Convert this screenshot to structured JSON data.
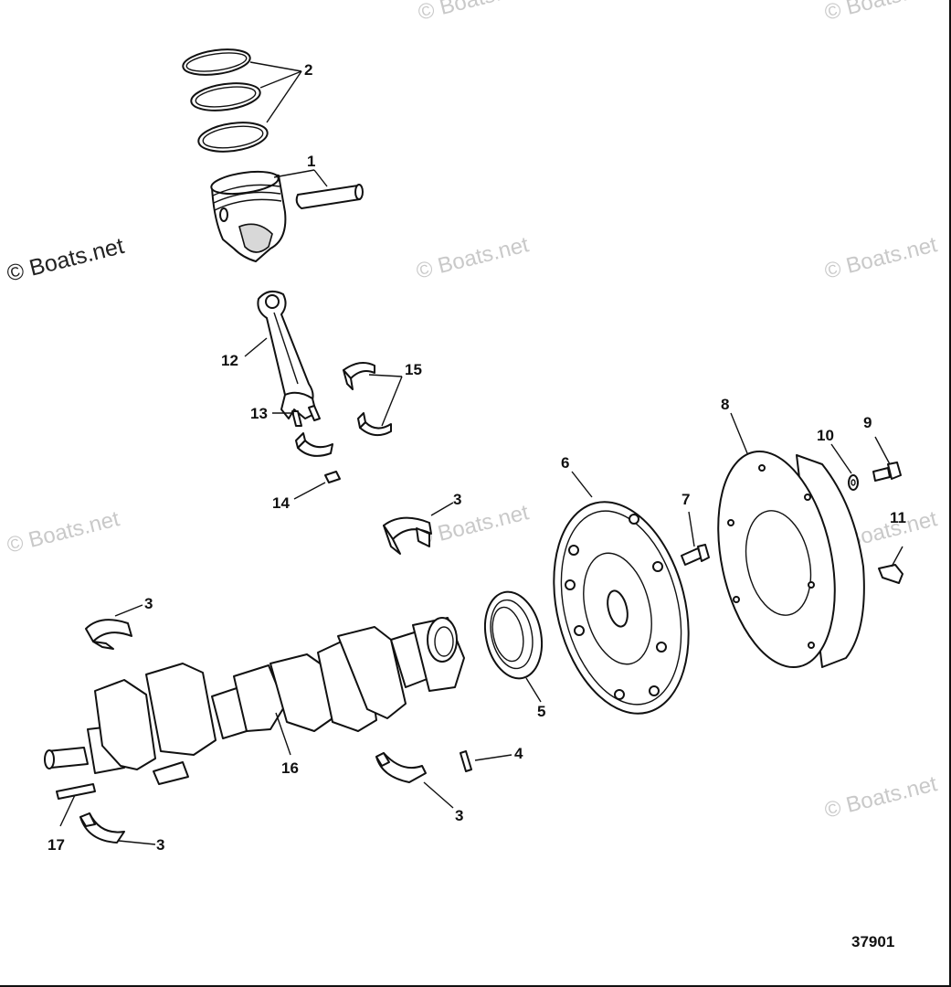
{
  "watermarks": [
    "© Boats.net",
    "© Boats.net",
    "© Boats.net",
    "© Boats.net",
    "© Boats.net",
    "© Boats.net",
    "© Boats.net",
    "© Boats.net",
    "© Boats.net"
  ],
  "reference_number": "37901",
  "callouts": {
    "c1": "1",
    "c2": "2",
    "c3a": "3",
    "c3b": "3",
    "c3c": "3",
    "c3d": "3",
    "c4": "4",
    "c5": "5",
    "c6": "6",
    "c7": "7",
    "c8": "8",
    "c9": "9",
    "c10": "10",
    "c11": "11",
    "c12": "12",
    "c13": "13",
    "c14": "14",
    "c15": "15",
    "c16": "16",
    "c17": "17"
  }
}
